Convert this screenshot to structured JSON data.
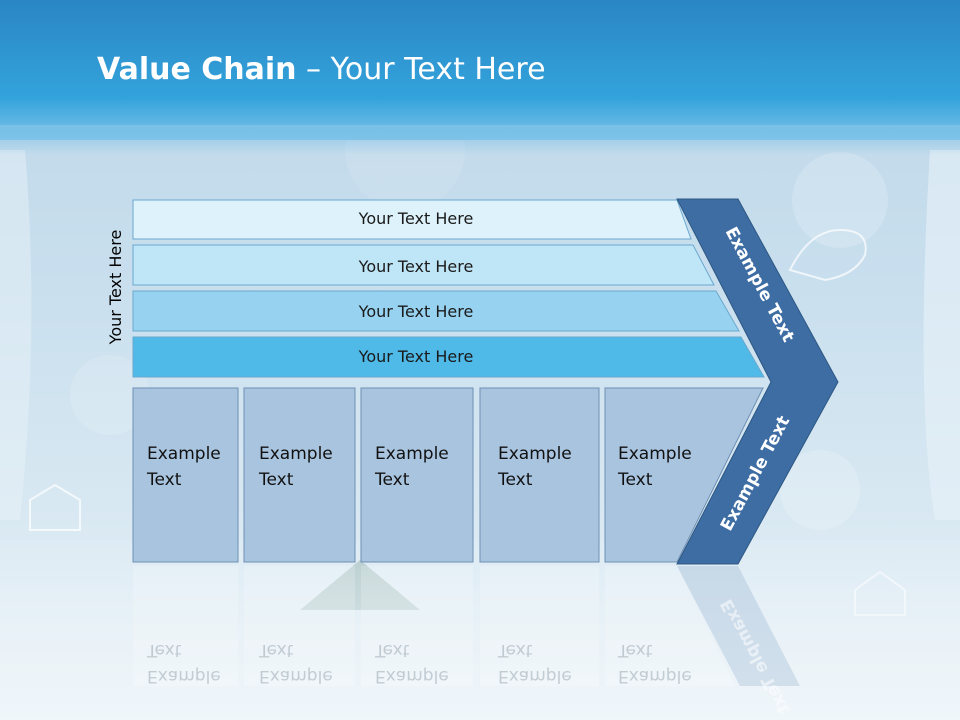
{
  "slide": {
    "title_bold": "Value Chain",
    "title_rest": " – Your Text Here",
    "side_label": "Your Text Here"
  },
  "rows": [
    {
      "label": "Your Text Here",
      "color": "#ddf2fb"
    },
    {
      "label": "Your Text Here",
      "color": "#bfe6f7"
    },
    {
      "label": "Your Text Here",
      "color": "#97d3f0"
    },
    {
      "label": "Your Text Here",
      "color": "#4fb9e8"
    }
  ],
  "columns": [
    {
      "line1": "Example",
      "line2": "Text"
    },
    {
      "line1": "Example",
      "line2": "Text"
    },
    {
      "line1": "Example",
      "line2": "Text"
    },
    {
      "line1": "Example",
      "line2": "Text"
    },
    {
      "line1": "Example",
      "line2": "Text"
    }
  ],
  "chevron": {
    "upper_label": "Example Text",
    "lower_label": "Example Text",
    "color": "#3d6da3"
  },
  "colors": {
    "column_fill": "#a9c4df",
    "header_blue": "#33a3dc"
  }
}
